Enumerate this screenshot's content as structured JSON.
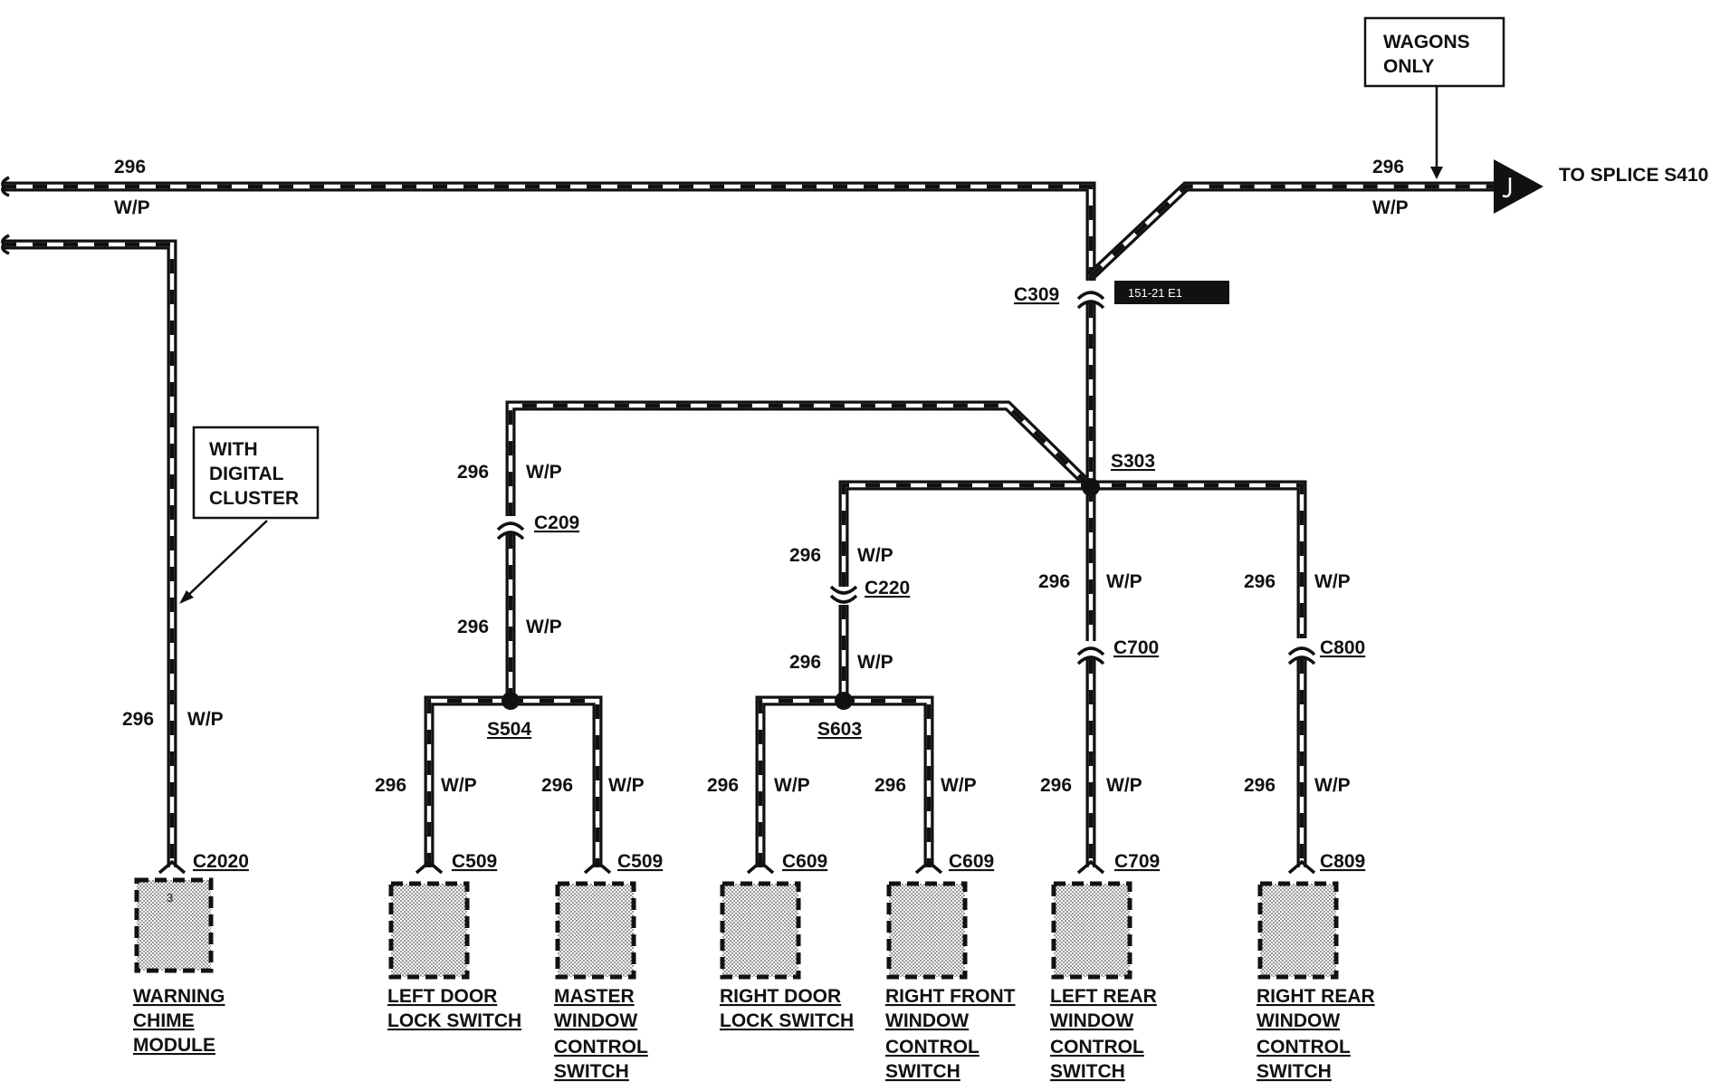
{
  "wire": {
    "circuit": "296",
    "color": "W/P"
  },
  "notes": {
    "wagons": [
      "WAGONS",
      "ONLY"
    ],
    "digital": [
      "WITH",
      "DIGITAL",
      "CLUSTER"
    ]
  },
  "destination": "TO SPLICE S410",
  "connector_code": "151-21   E1",
  "pin": "3",
  "splices": {
    "s303": "S303",
    "s504": "S504",
    "s603": "S603"
  },
  "inline_connectors": {
    "c309": "C309",
    "c209": "C209",
    "c220": "C220",
    "c700": "C700",
    "c800": "C800"
  },
  "components": [
    {
      "connector": "C2020",
      "name": [
        "WARNING",
        "CHIME",
        "MODULE"
      ]
    },
    {
      "connector": "C509",
      "name": [
        "LEFT DOOR",
        "LOCK SWITCH"
      ]
    },
    {
      "connector": "C509",
      "name": [
        "MASTER",
        "WINDOW",
        "CONTROL",
        "SWITCH"
      ]
    },
    {
      "connector": "C609",
      "name": [
        "RIGHT DOOR",
        "LOCK SWITCH"
      ]
    },
    {
      "connector": "C609",
      "name": [
        "RIGHT FRONT",
        "WINDOW",
        "CONTROL",
        "SWITCH"
      ]
    },
    {
      "connector": "C709",
      "name": [
        "LEFT REAR",
        "WINDOW",
        "CONTROL",
        "SWITCH"
      ]
    },
    {
      "connector": "C809",
      "name": [
        "RIGHT REAR",
        "WINDOW",
        "CONTROL",
        "SWITCH"
      ]
    }
  ]
}
